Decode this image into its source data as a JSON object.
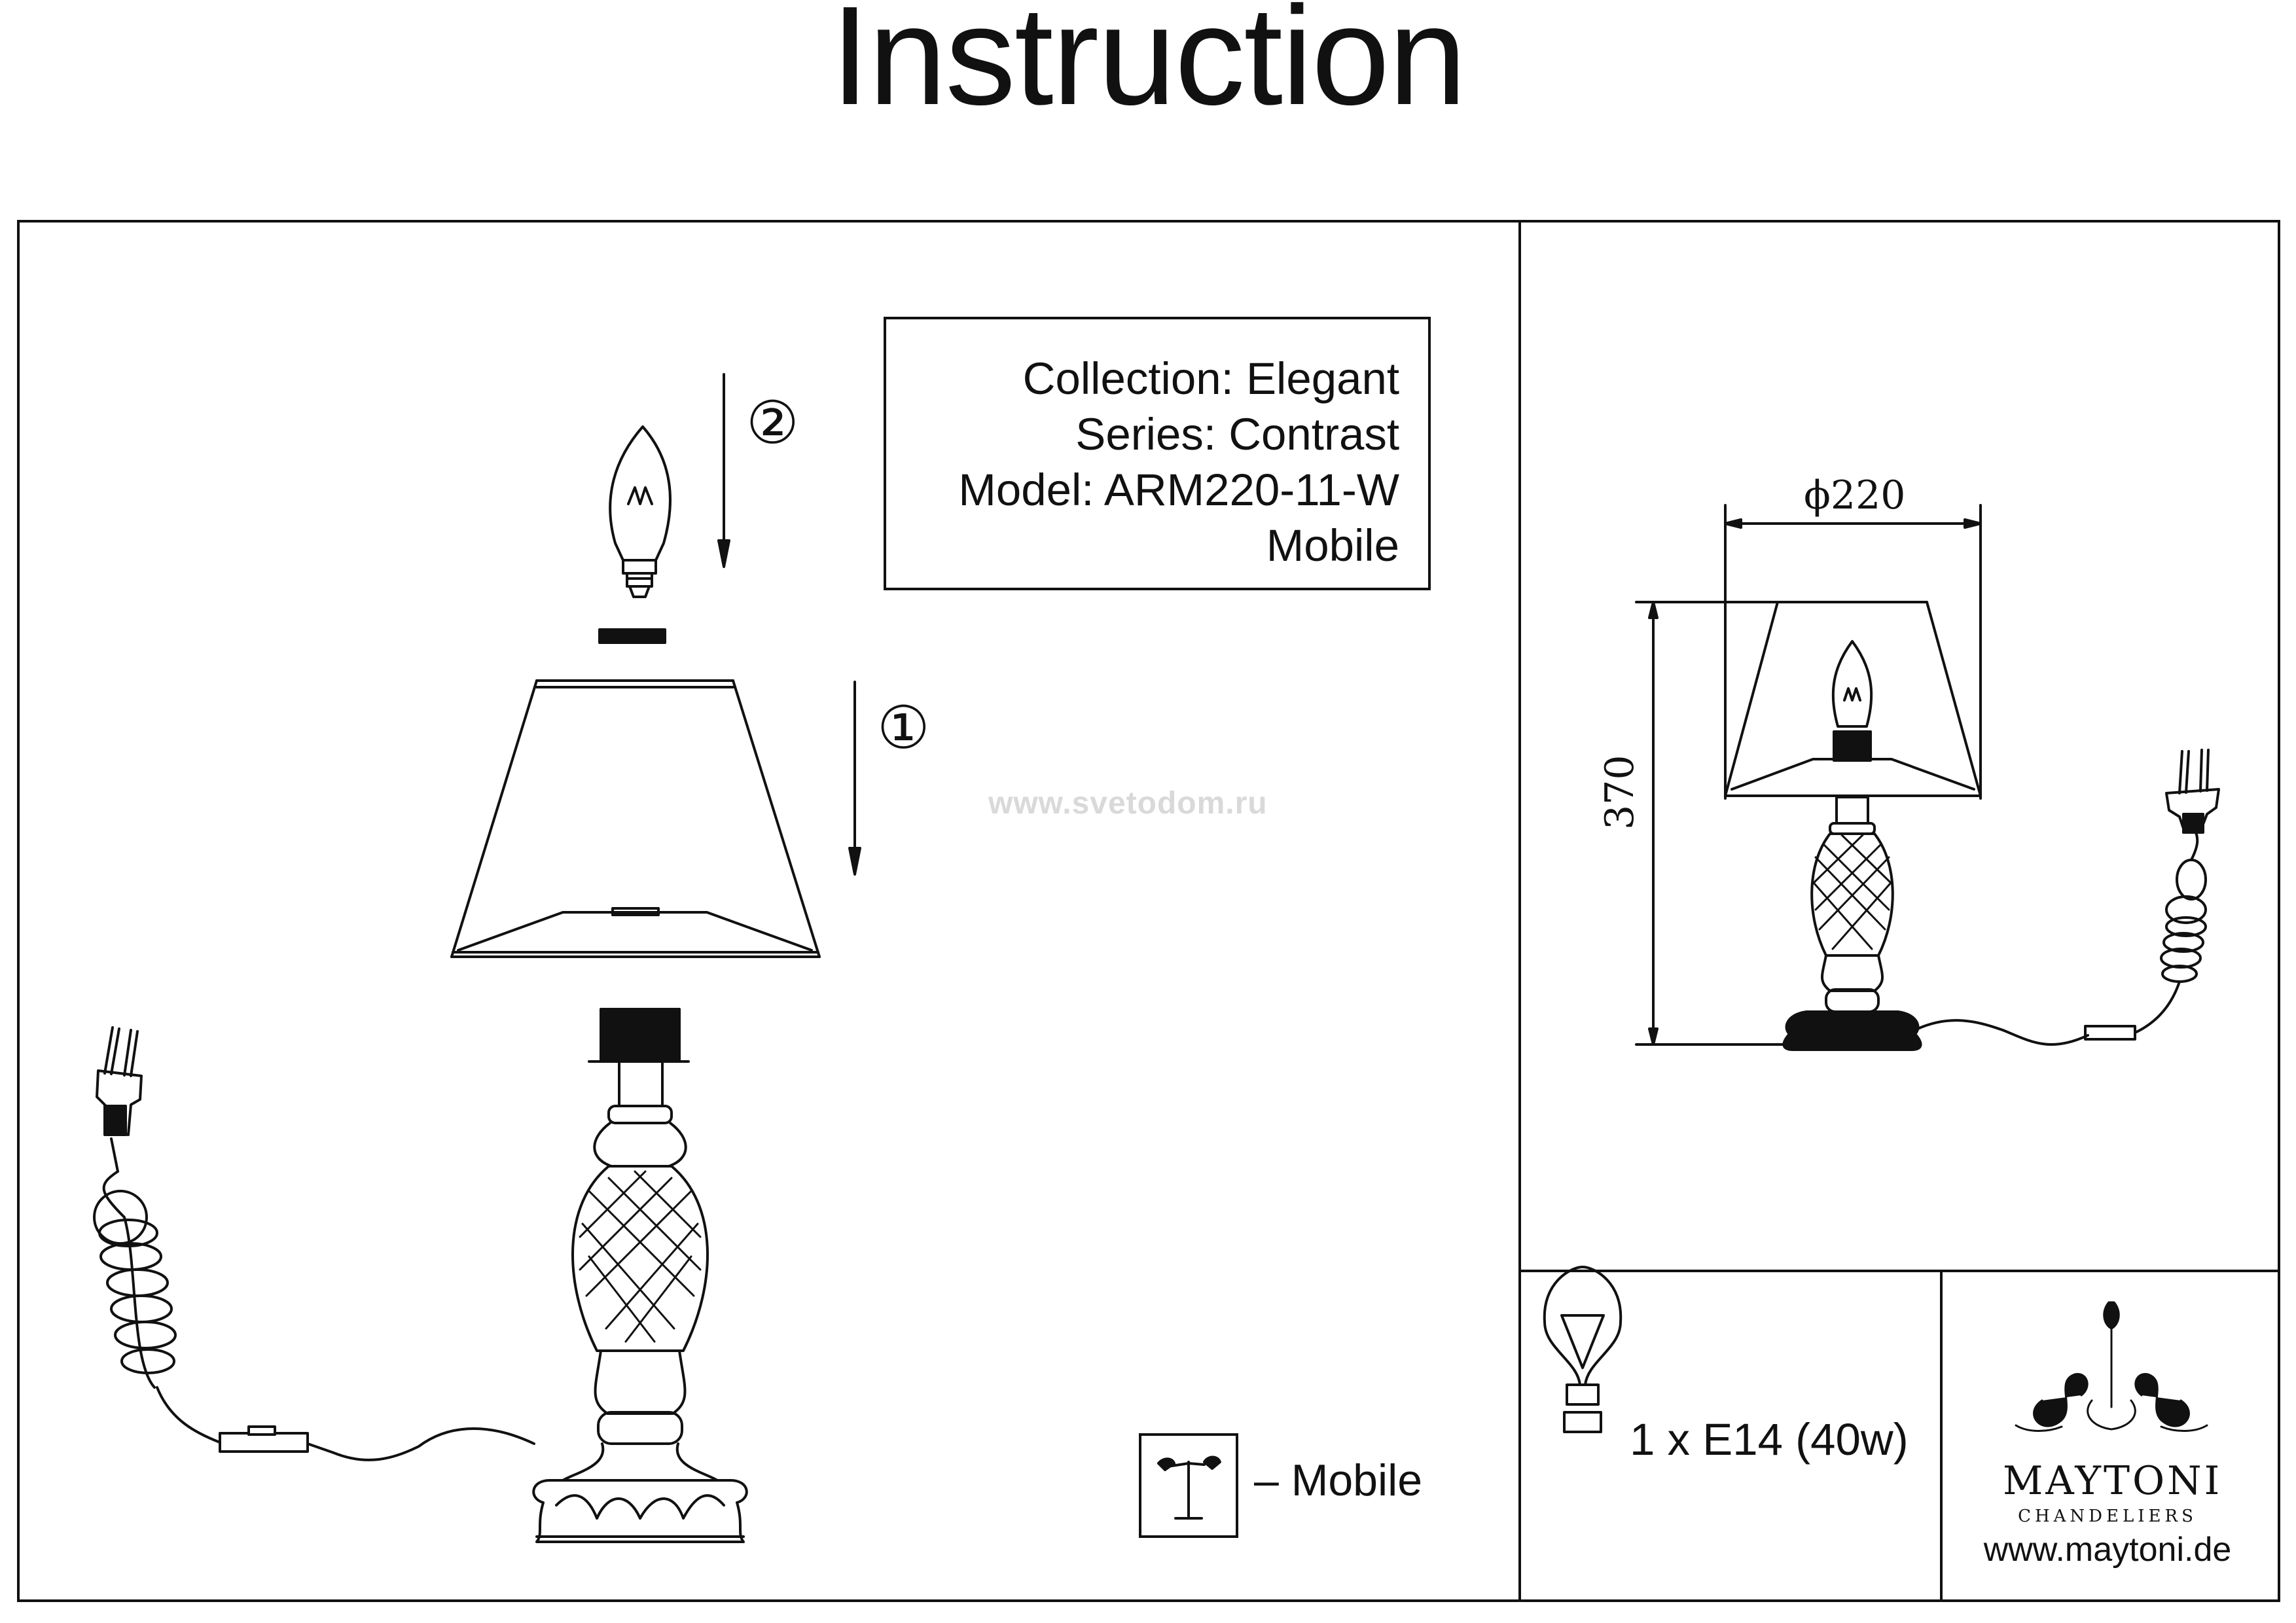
{
  "title": "Instruction",
  "product_info": {
    "collection": "Collection: Elegant",
    "series": "Series: Contrast",
    "model": "Model: ARM220-11-W",
    "type": "Mobile"
  },
  "steps": {
    "step1": "①",
    "step2": "②"
  },
  "watermark": "www.svetodom.ru",
  "legend": {
    "mobile_label": "– Mobile"
  },
  "dimensions": {
    "diameter": "ϕ220",
    "height": "370"
  },
  "bulb": {
    "spec": "1 x E14 (40w)"
  },
  "brand": {
    "name": "MAYTONI",
    "subtitle": "CHANDELIERS",
    "url": "www.maytoni.de"
  },
  "icons": [
    "bulb-icon",
    "mobile-icon",
    "maytoni-logo-icon",
    "plug-icon",
    "step-arrow-icon"
  ]
}
